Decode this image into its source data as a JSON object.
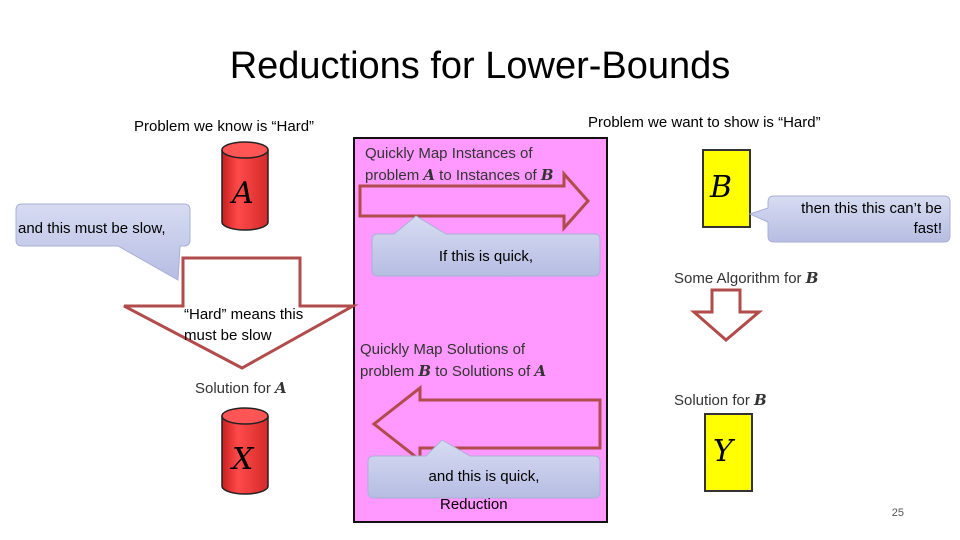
{
  "title": "Reductions for Lower-Bounds",
  "left_header": "Problem we know is “Hard”",
  "right_header": "Problem we want to show is “Hard”",
  "center_panel": {
    "top_text_1": "Quickly Map Instances of",
    "top_text_2_prefix": "problem ",
    "top_text_2_a": "A",
    "top_text_2_mid": " to Instances of ",
    "top_text_2_b": "B",
    "bottom_text_1": "Quickly Map Solutions of",
    "bottom_text_2_prefix": "problem ",
    "bottom_text_2_b": "B",
    "bottom_text_2_mid": " to Solutions of ",
    "bottom_text_2_a": "A",
    "label": "Reduction"
  },
  "callouts": {
    "slow": "and this must be slow,",
    "quick_top": "If this is quick,",
    "quick_bottom": "and this is quick,",
    "fast_1": "then this this can’t be",
    "fast_2": "fast!"
  },
  "left_column": {
    "cyl_top": "A",
    "cyl_bottom": "X",
    "hard_1": "“Hard” means this",
    "hard_2": "must be slow",
    "solution_prefix": "Solution for ",
    "solution_var": "A"
  },
  "right_column": {
    "box_top": "B",
    "box_bottom": "Y",
    "algo_prefix": "Some Algorithm for ",
    "algo_var": "B",
    "solution_prefix": "Solution for ",
    "solution_var": "B"
  },
  "page_number": "25",
  "colors": {
    "panel_fill": "#ff99ff",
    "cylinder_fill": "#ff3333",
    "box_fill": "#ffff00",
    "callout_fill": "#c5cbe8",
    "arrow_stroke": "#b24b4b"
  }
}
